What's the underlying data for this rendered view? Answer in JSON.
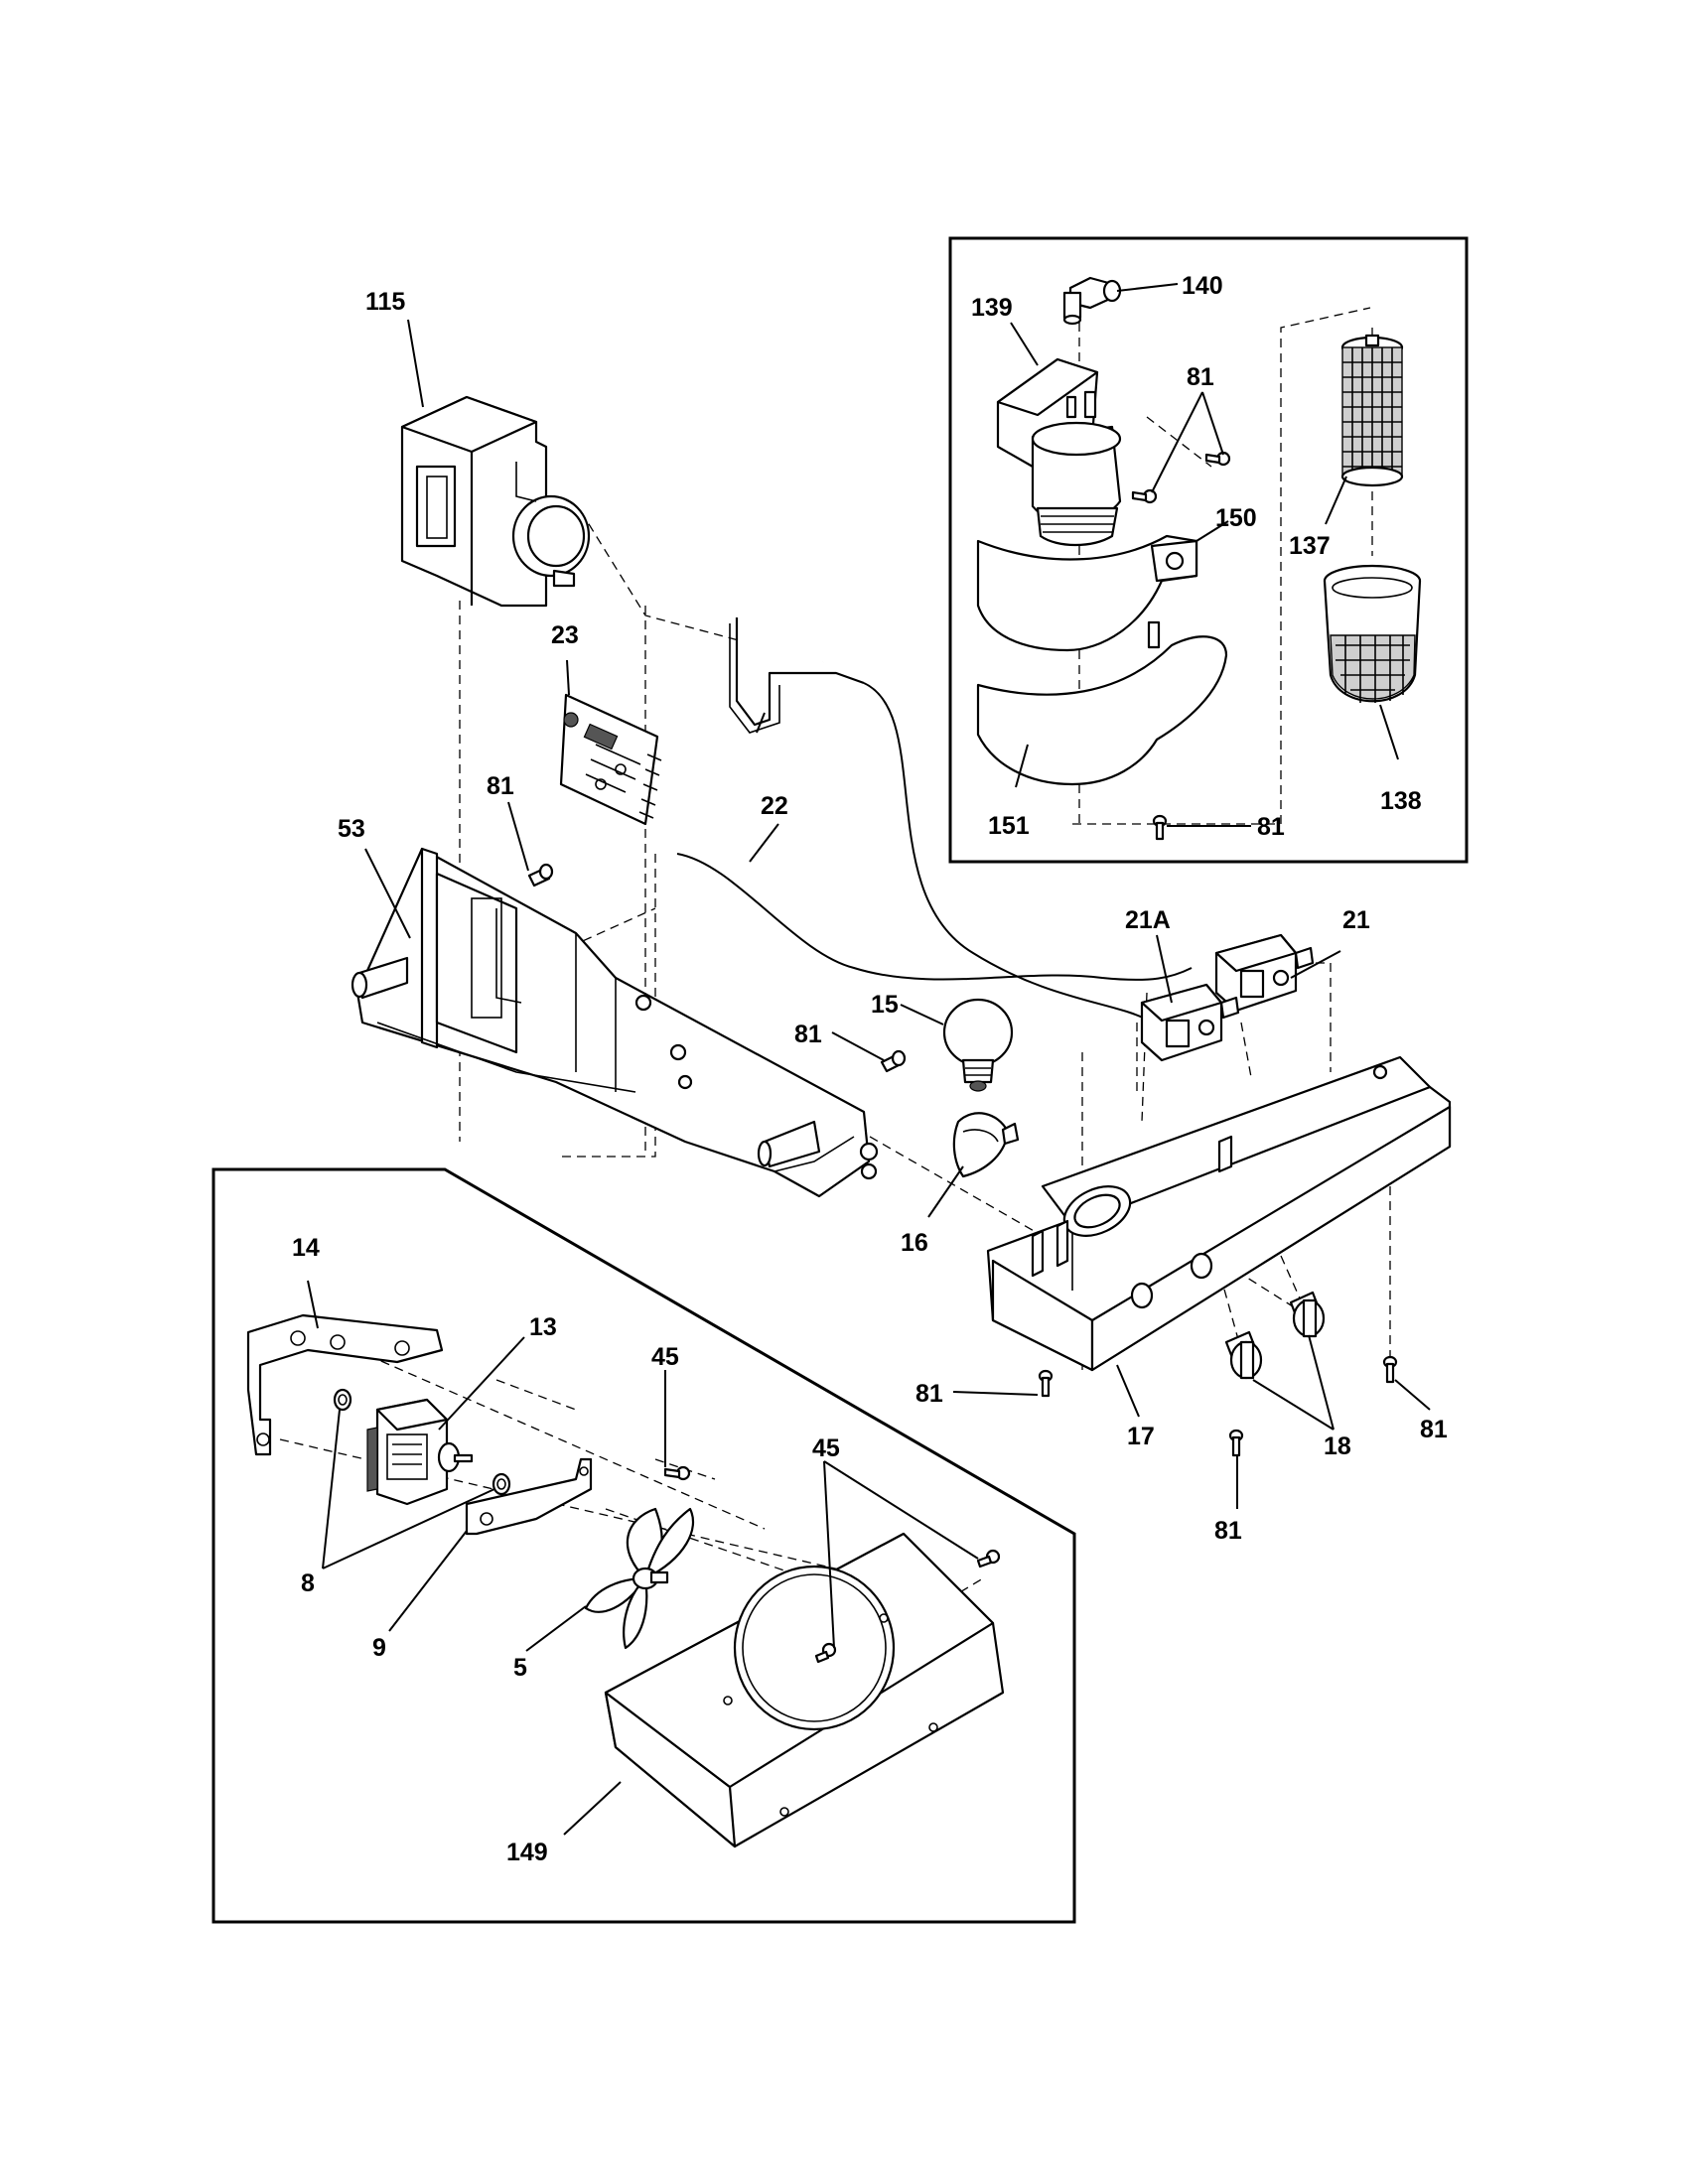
{
  "labels": {
    "p115": "115",
    "p139": "139",
    "p140": "140",
    "p81_filter_a": "81",
    "p150": "150",
    "p137": "137",
    "p151": "151",
    "p81_filter_b": "81",
    "p138": "138",
    "p23": "23",
    "p22": "22",
    "p81_board": "81",
    "p53": "53",
    "p21A": "21A",
    "p21": "21",
    "p15": "15",
    "p81_lamp": "81",
    "p16": "16",
    "p14": "14",
    "p13": "13",
    "p45_a": "45",
    "p45_b": "45",
    "p81_housing_left": "81",
    "p17": "17",
    "p18": "18",
    "p81_housing_right": "81",
    "p81_knob": "81",
    "p8": "8",
    "p9": "9",
    "p5": "5",
    "p149": "149"
  }
}
